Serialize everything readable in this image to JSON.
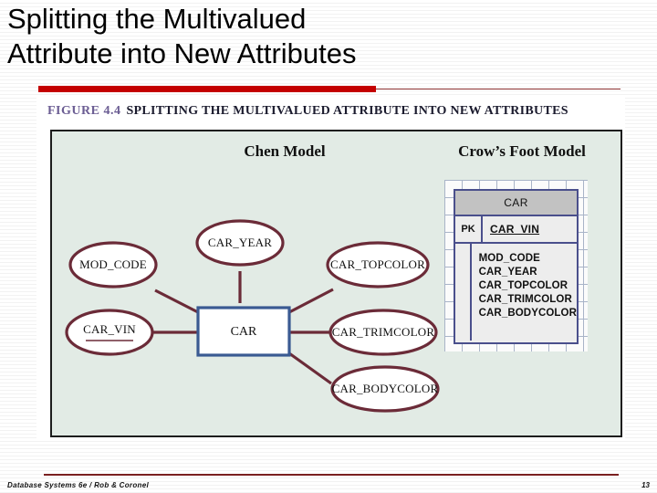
{
  "slide": {
    "title": "Splitting the Multivalued\nAttribute into New Attributes",
    "accent_color": "#c40000",
    "rule_color": "#7a2020"
  },
  "figure": {
    "number_label": "FIGURE 4.4",
    "caption": "SPLITTING THE MULTIVALUED ATTRIBUTE INTO NEW ATTRIBUTES",
    "panel_background": "#e2ebe5",
    "panel_border": "#1d1d1d"
  },
  "chen_model": {
    "heading": "Chen Model",
    "entity": {
      "name": "CAR",
      "border_color": "#3a5a92",
      "fill_color": "#ffffff"
    },
    "ellipse_border_color": "#6b2b38",
    "attributes": [
      {
        "label": "CAR_YEAR",
        "primary_key": false
      },
      {
        "label": "MOD_CODE",
        "primary_key": false
      },
      {
        "label": "CAR_TOPCOLOR",
        "primary_key": false
      },
      {
        "label": "CAR_VIN",
        "primary_key": true
      },
      {
        "label": "CAR_TRIMCOLOR",
        "primary_key": false
      },
      {
        "label": "CAR_BODYCOLOR",
        "primary_key": false
      }
    ]
  },
  "crows_foot_model": {
    "heading": "Crow’s Foot Model",
    "table": {
      "name": "CAR",
      "header_fill": "#c2c2c2",
      "border_color": "#4a4f8c",
      "body_fill": "#ededed",
      "pk_tag": "PK",
      "pk_field": "CAR_VIN",
      "attributes": [
        "MOD_CODE",
        "CAR_YEAR",
        "CAR_TOPCOLOR",
        "CAR_TRIMCOLOR",
        "CAR_BODYCOLOR"
      ]
    }
  },
  "footer": {
    "credit": "Database Systems 6e / Rob & Coronel",
    "page_number": "13"
  }
}
